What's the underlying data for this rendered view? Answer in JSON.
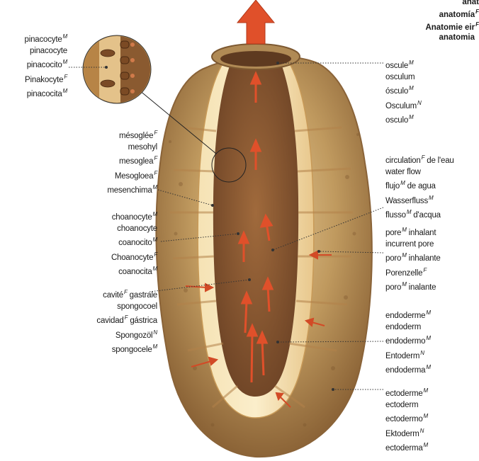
{
  "title": {
    "lines": [
      "anat",
      "anatomía",
      "Anatomie eir",
      "anatomia"
    ],
    "genders": [
      "",
      "F",
      "F",
      ""
    ]
  },
  "labels": {
    "pinacocyte": {
      "terms": [
        [
          "pinacocyte",
          "M"
        ],
        [
          "pinacocyte",
          ""
        ],
        [
          "pinacocito",
          "M"
        ],
        [
          "Pinakocyte",
          "F"
        ],
        [
          "pinacocita",
          "M"
        ]
      ]
    },
    "mesoglea": {
      "terms": [
        [
          "mésoglée",
          "F"
        ],
        [
          "mesohyl",
          ""
        ],
        [
          "mesoglea",
          "F"
        ],
        [
          "Mesogloea",
          "F"
        ],
        [
          "mesenchima",
          "M"
        ]
      ]
    },
    "choanocyte": {
      "terms": [
        [
          "choanocyte",
          "M"
        ],
        [
          "choanocyte",
          ""
        ],
        [
          "coanocito",
          "M"
        ],
        [
          "Choanocyte",
          "F"
        ],
        [
          "coanocita",
          "M"
        ]
      ]
    },
    "spongocoel": {
      "terms": [
        [
          "cavité gastrale",
          "F"
        ],
        [
          "spongocoel",
          ""
        ],
        [
          "cavidad gástrica",
          "F"
        ],
        [
          "Spongozöl",
          "N"
        ],
        [
          "spongocele",
          "M"
        ]
      ]
    },
    "osculum": {
      "terms": [
        [
          "oscule",
          "M"
        ],
        [
          "osculum",
          ""
        ],
        [
          "ósculo",
          "M"
        ],
        [
          "Osculum",
          "N"
        ],
        [
          "osculo",
          "M"
        ]
      ]
    },
    "water_flow": {
      "terms": [
        [
          "circulation de l'eau",
          "F"
        ],
        [
          "water flow",
          ""
        ],
        [
          "flujo de agua",
          "M"
        ],
        [
          "Wasserfluss",
          "M"
        ],
        [
          "flusso d'acqua",
          "M"
        ]
      ]
    },
    "pore": {
      "terms": [
        [
          "pore inhalant",
          "M"
        ],
        [
          "incurrent pore",
          ""
        ],
        [
          "poro inhalante",
          "M"
        ],
        [
          "Porenzelle",
          "F"
        ],
        [
          "poro inalante",
          "M"
        ]
      ]
    },
    "endoderm": {
      "terms": [
        [
          "endoderme",
          "M"
        ],
        [
          "endoderm",
          ""
        ],
        [
          "endodermo",
          "M"
        ],
        [
          "Entoderm",
          "N"
        ],
        [
          "endoderma",
          "M"
        ]
      ]
    },
    "ectoderm": {
      "terms": [
        [
          "ectoderme",
          "M"
        ],
        [
          "ectoderm",
          ""
        ],
        [
          "ectodermo",
          "M"
        ],
        [
          "Ektoderm",
          "N"
        ],
        [
          "ectoderma",
          "M"
        ]
      ]
    }
  },
  "colors": {
    "outer_body": "#a57a45",
    "outer_body_light": "#d6b884",
    "endoderm_band": "#f1d9a3",
    "spongocoel": "#8a5a32",
    "arrow": "#e0502a",
    "leader": "#333333"
  }
}
